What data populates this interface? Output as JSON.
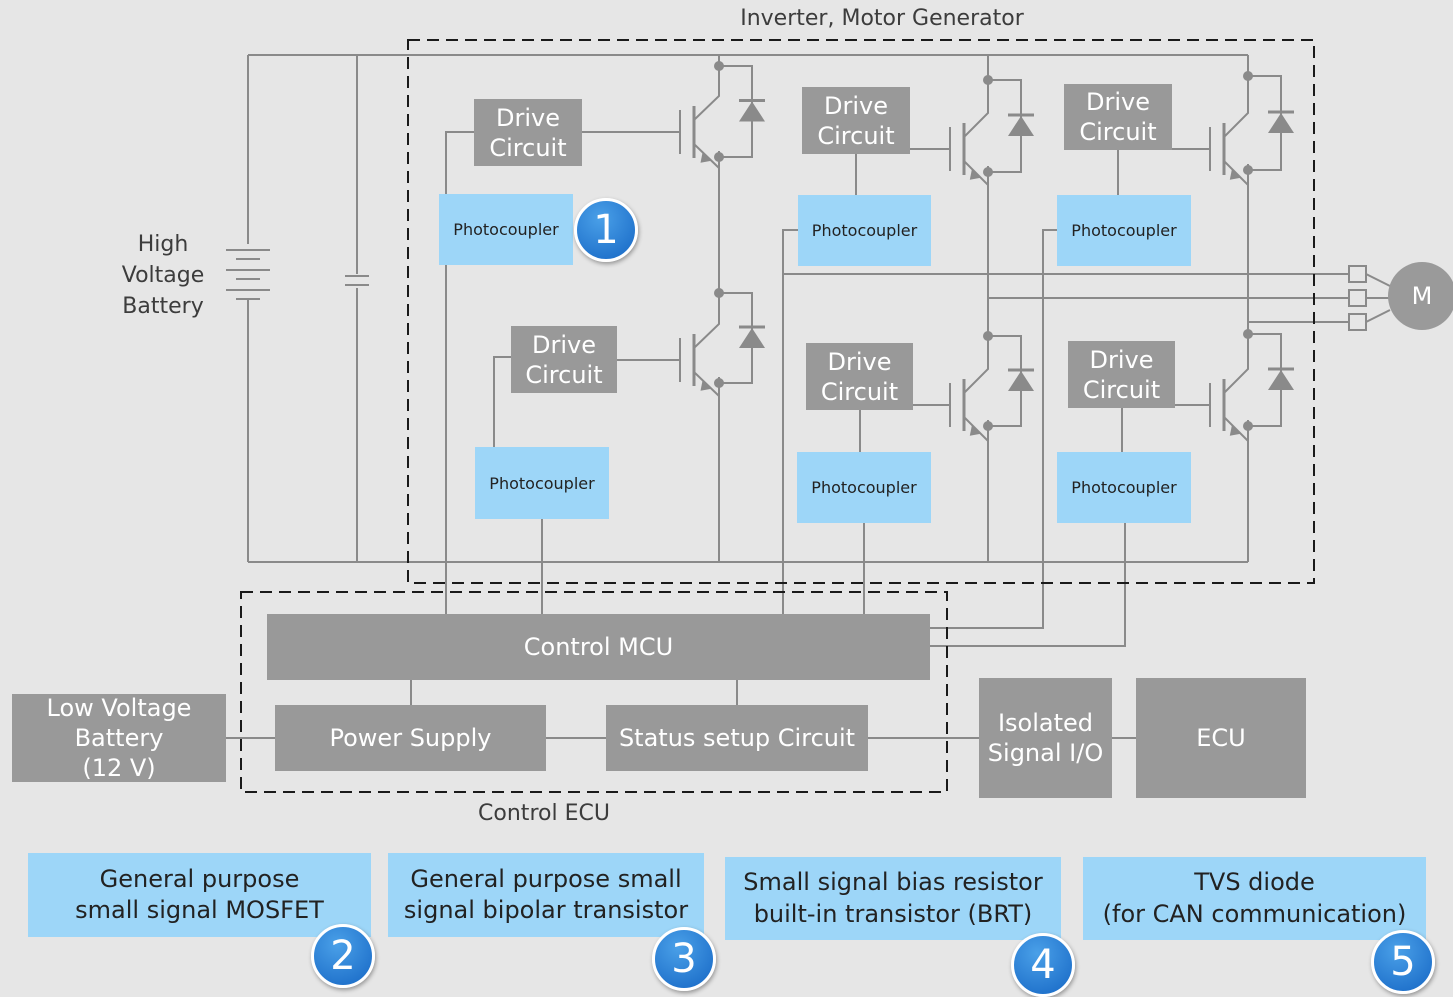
{
  "colors": {
    "gray_block": "#999999",
    "photocoupler": "#9dd6f8",
    "badge": "#1f77d0",
    "wire": "#8a8a8a",
    "background": "#e6e6e6"
  },
  "labels": {
    "inverter_region": "Inverter, Motor Generator",
    "control_ecu_region": "Control ECU",
    "high_voltage_battery": "High\nVoltage\nBattery"
  },
  "blocks": {
    "drive_circuit": "Drive\nCircuit",
    "photocoupler": "Photocoupler",
    "control_mcu": "Control MCU",
    "power_supply": "Power Supply",
    "status_setup": "Status setup Circuit",
    "low_voltage_battery": "Low Voltage\nBattery\n(12 V)",
    "isolated_io": "Isolated\nSignal I/O",
    "ecu": "ECU",
    "motor": "M"
  },
  "categories": [
    {
      "number": "1"
    },
    {
      "number": "2",
      "text": "General purpose\nsmall signal MOSFET"
    },
    {
      "number": "3",
      "text": "General purpose small\nsignal bipolar transistor"
    },
    {
      "number": "4",
      "text": "Small signal bias resistor\nbuilt-in transistor (BRT)"
    },
    {
      "number": "5",
      "text": "TVS diode\n(for CAN communication)"
    }
  ]
}
